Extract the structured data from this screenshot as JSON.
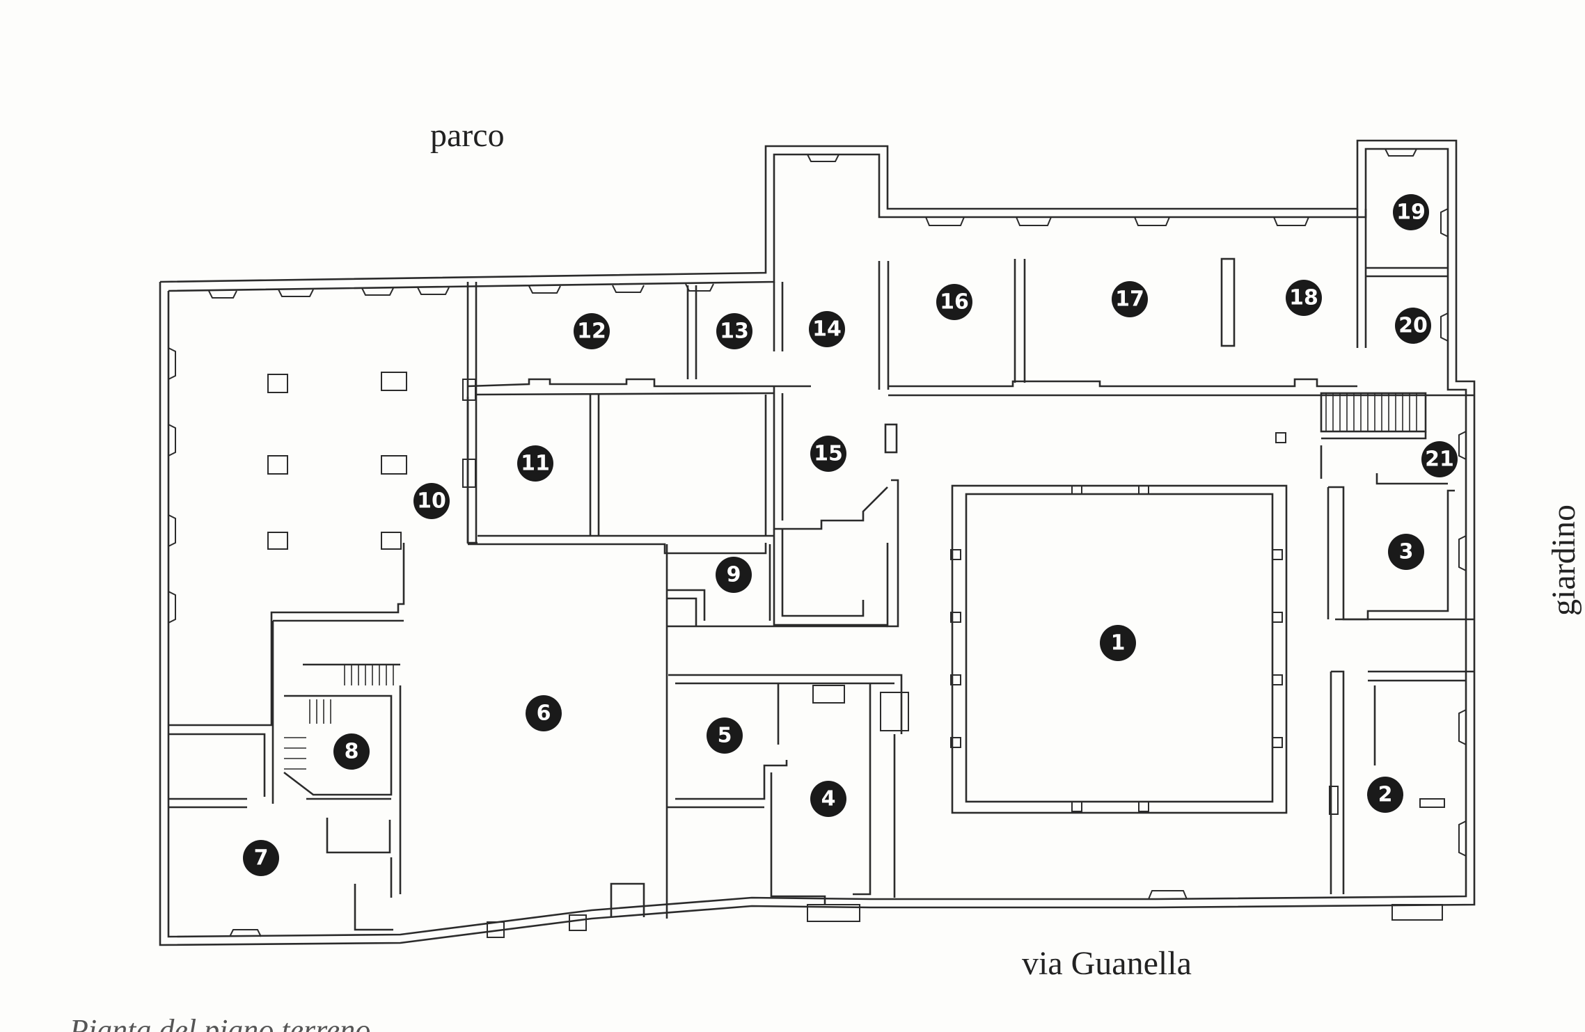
{
  "labels": {
    "north": "parco",
    "east": "giardino",
    "south": "via Guanella",
    "caption": "Pianta del piano terreno"
  },
  "rooms": [
    "1",
    "2",
    "3",
    "4",
    "5",
    "6",
    "7",
    "8",
    "9",
    "10",
    "11",
    "12",
    "13",
    "14",
    "15",
    "16",
    "17",
    "18",
    "19",
    "20",
    "21"
  ]
}
